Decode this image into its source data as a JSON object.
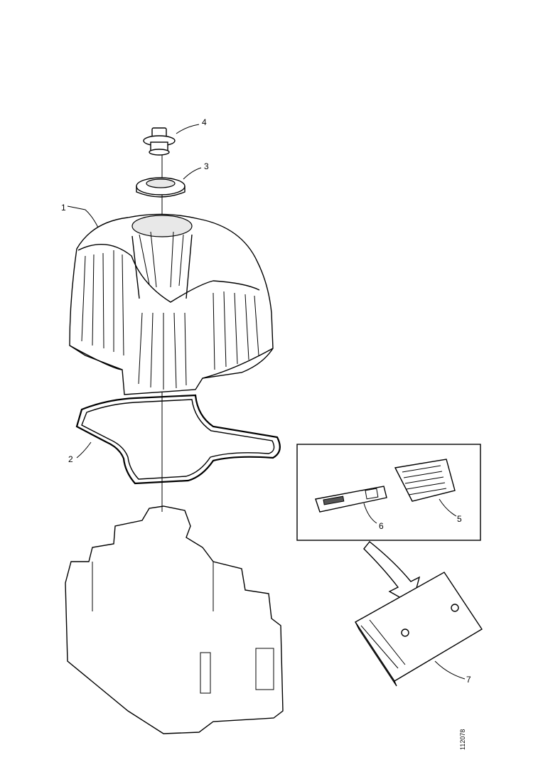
{
  "callouts": [
    {
      "id": "4",
      "text": "4"
    },
    {
      "id": "3",
      "text": "3"
    },
    {
      "id": "1",
      "text": "1"
    },
    {
      "id": "2",
      "text": "2"
    },
    {
      "id": "6",
      "text": "6"
    },
    {
      "id": "5",
      "text": "5"
    },
    {
      "id": "7",
      "text": "7"
    }
  ],
  "figure_ref": "112078"
}
